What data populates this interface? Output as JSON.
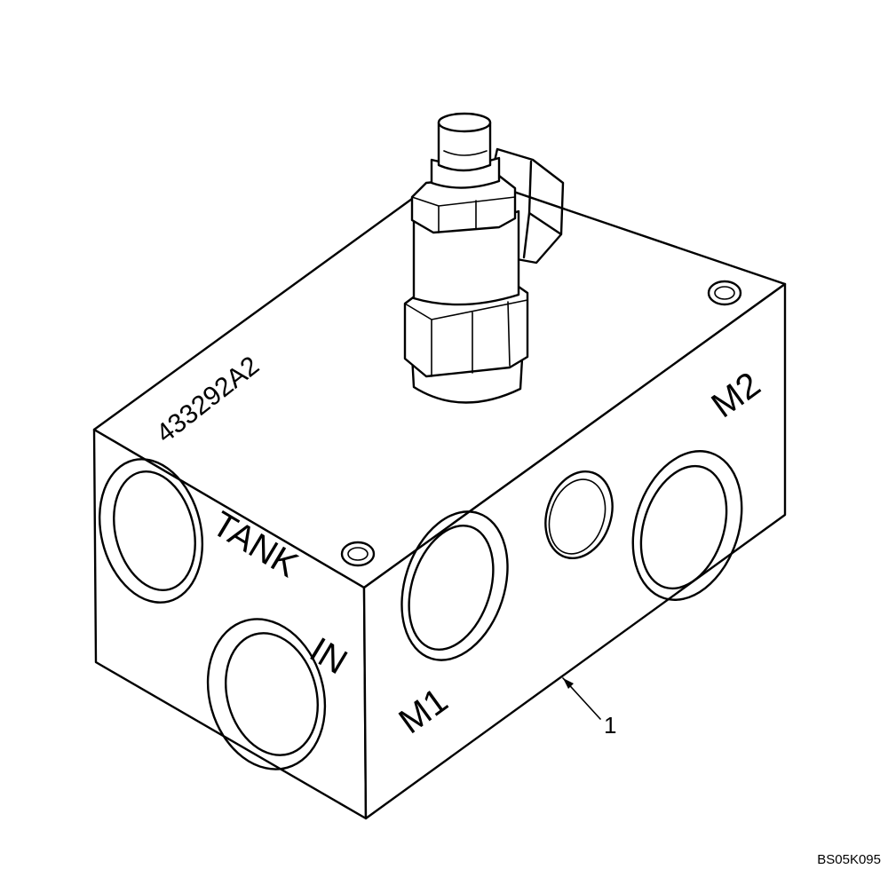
{
  "part_number": "433292A2",
  "ports": {
    "tank": "TANK",
    "in": "IN",
    "m1": "M1",
    "m2": "M2"
  },
  "callout": "1",
  "drawing_id": "BS05K095",
  "colors": {
    "line": "#000000",
    "background": "#ffffff"
  }
}
